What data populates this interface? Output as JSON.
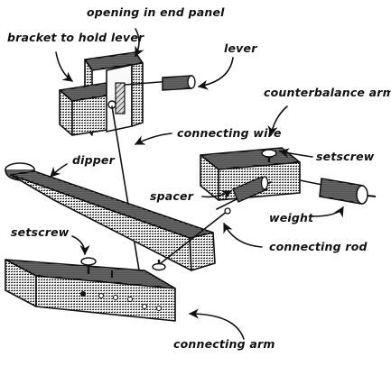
{
  "labels": {
    "opening_in_end_panel": "opening in end panel",
    "bracket_to_hold_lever": "bracket to hold lever",
    "lever": "lever",
    "counterbalance_arm": "counterbalance arm",
    "connecting_wire": "connecting wire",
    "setscrew_top": "setscrew",
    "dipper": "dipper",
    "spacer": "spacer",
    "weight": "weight",
    "setscrew_left": "setscrew",
    "connecting_rod": "connecting rod",
    "connecting_arm": "connecting arm"
  },
  "colors": {
    "ink": "#111111",
    "paper": "#ffffff"
  }
}
